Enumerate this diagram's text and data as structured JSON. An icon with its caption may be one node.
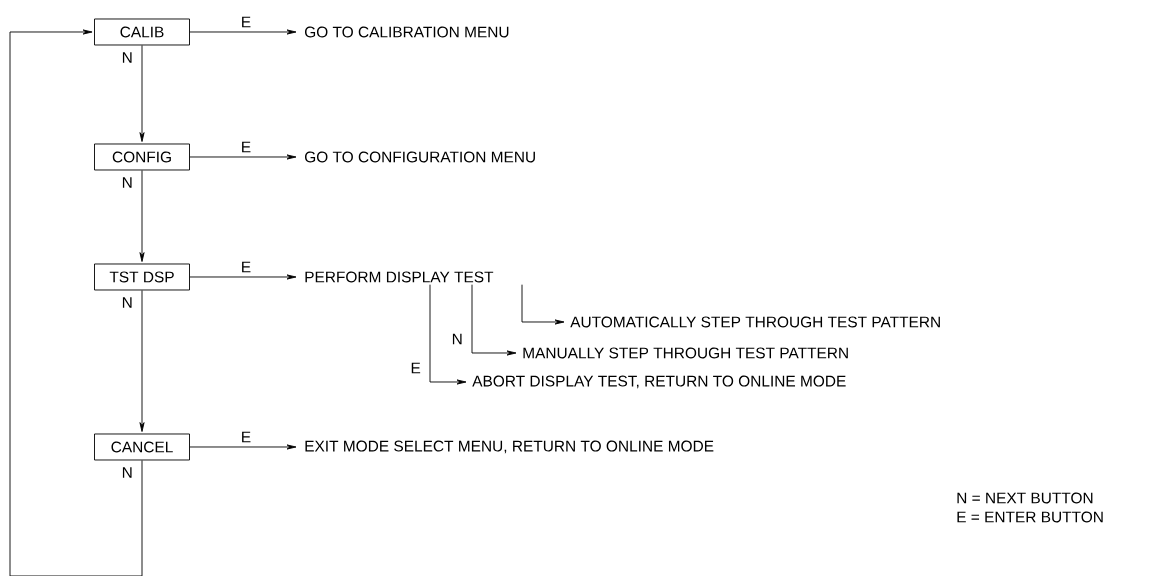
{
  "diagram": {
    "nodes": [
      {
        "text": [
          "CALIB"
        ]
      },
      {
        "text": [
          "GO TO CALIBRATION MENU"
        ]
      },
      {
        "text": [
          "CONFIG"
        ]
      },
      {
        "text": [
          "GO TO CONFIGURATION MENU"
        ]
      },
      {
        "text": [
          "TST DSP"
        ]
      },
      {
        "text": [
          "PERFORM DISPLAY TEST"
        ]
      },
      {
        "text": [
          "AUTOMATICALLY STEP THROUGH TEST PATTERN"
        ]
      },
      {
        "text": [
          "MANUALLY STEP THROUGH TEST PATTERN"
        ]
      },
      {
        "text": [
          "ABORT DISPLAY TEST, RETURN TO ONLINE MODE"
        ]
      },
      {
        "text": [
          "CANCEL"
        ]
      },
      {
        "text": [
          "EXIT MODE SELECT MENU, RETURN TO ONLINE MODE"
        ]
      }
    ],
    "edges": [
      {
        "from": 0,
        "to": 1,
        "arrow": "to",
        "label": "E"
      },
      {
        "from": 0,
        "to": 2,
        "arrow": "to",
        "label": "N"
      },
      {
        "from": 2,
        "to": 3,
        "arrow": "to",
        "label": "E"
      },
      {
        "from": 2,
        "to": 4,
        "arrow": "to",
        "label": "N"
      },
      {
        "from": 4,
        "to": 5,
        "arrow": "to",
        "label": "E"
      },
      {
        "from": 5,
        "to": 6,
        "arrow": "to"
      },
      {
        "from": 5,
        "to": 7,
        "arrow": "to",
        "label": "N"
      },
      {
        "from": 5,
        "to": 8,
        "arrow": "to",
        "label": "E"
      },
      {
        "from": 4,
        "to": 9,
        "arrow": "to",
        "label": "N"
      },
      {
        "from": 9,
        "to": 10,
        "arrow": "to",
        "label": "E"
      },
      {
        "from": 9,
        "to": 0,
        "arrow": "to",
        "label": "N"
      }
    ],
    "labels": [
      "N = NEXT BUTTON",
      "E = ENTER BUTTON"
    ]
  }
}
